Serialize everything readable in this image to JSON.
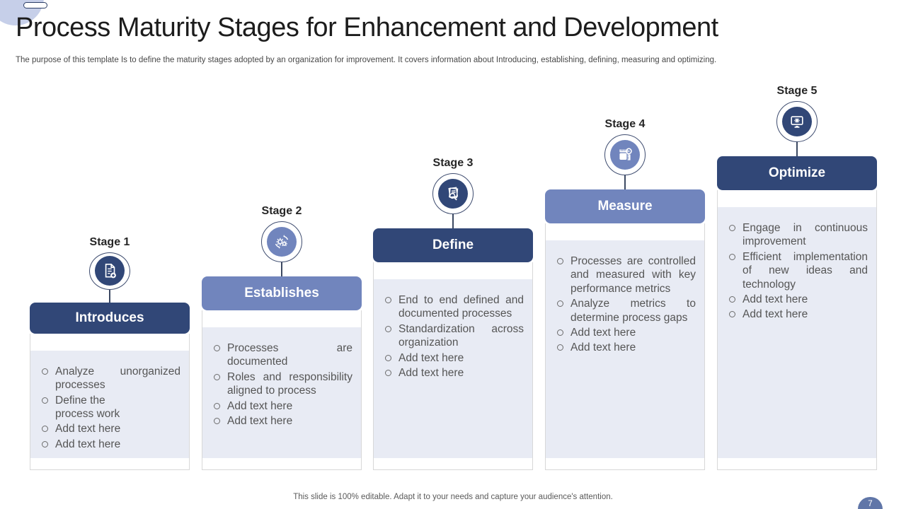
{
  "header": {
    "title": "Process Maturity Stages for Enhancement and Development",
    "subtitle": "The purpose of this template Is to define the maturity stages adopted by an organization for improvement. It covers information about Introducing, establishing, defining, measuring and optimizing."
  },
  "stages": [
    {
      "label": "Stage 1",
      "header": "Introduces",
      "icon": "add-document-icon",
      "theme": "dark",
      "bullets": [
        "Analyze unorganized processes",
        "Define the\nprocess work",
        "Add text here",
        "Add text here"
      ]
    },
    {
      "label": "Stage 2",
      "header": "Establishes",
      "icon": "process-gears-icon",
      "theme": "light",
      "bullets": [
        "Processes are documented",
        "Roles and responsibility aligned to process",
        "Add text here",
        "Add text here"
      ]
    },
    {
      "label": "Stage 3",
      "header": "Define",
      "icon": "document-search-icon",
      "theme": "dark",
      "bullets": [
        "End to end defined and documented processes",
        "Standardization across organization",
        "Add text here",
        "Add text here"
      ]
    },
    {
      "label": "Stage 4",
      "header": "Measure",
      "icon": "measuring-tape-icon",
      "theme": "light",
      "bullets": [
        "Processes are controlled and measured with key performance metrics",
        "Analyze metrics to determine process gaps",
        "Add text here",
        "Add text here"
      ]
    },
    {
      "label": "Stage 5",
      "header": "Optimize",
      "icon": "monitor-settings-icon",
      "theme": "dark",
      "bullets": [
        "Engage in continuous improvement",
        "Efficient implementation of new ideas and technology",
        "Add text here",
        "Add text here"
      ]
    }
  ],
  "footer": {
    "note": "This slide is 100% editable. Adapt it to your needs and capture your audience's attention.",
    "page_number": "7"
  },
  "colors": {
    "dark_blue": "#314777",
    "medium_blue": "#7185bd",
    "panel_fill": "#e8ebf4",
    "decor_circle": "#c6cfe9",
    "page_badge": "#6076a8"
  }
}
